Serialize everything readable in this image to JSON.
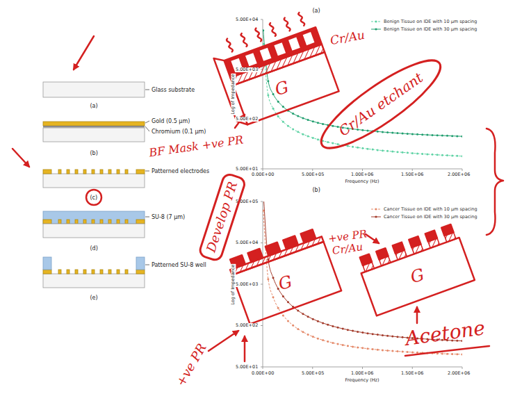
{
  "diagram": {
    "nodes": [
      {
        "text": [
          "Cr/Au etchant"
        ]
      },
      {
        "text": [
          "Develop PR"
        ]
      }
    ],
    "labels": [
      "Glass substrate",
      "(a)",
      "Gold (0.5 µm)",
      "Chromium (0.1 µm)",
      "(b)",
      "Patterned electrodes",
      "(c)",
      "SU-8 (7 µm)",
      "(d)",
      "Patterned SU-8 well",
      "(e)",
      "(a)",
      "5.00E+04",
      "5.00E+03",
      "5.00E+02",
      "5.00E+01",
      "Log of Impedance",
      "0.00E+00",
      "5.00E+05",
      "1.00E+06",
      "1.50E+06",
      "2.00E+06",
      "Frequency (Hz)",
      "(b)",
      "5.00E+05",
      "5.00E+04",
      "5.00E+03",
      "5.00E+02",
      "5.00E+01",
      "Log of Impedance",
      "0.00E+00",
      "5.00E+05",
      "1.00E+06",
      "1.50E+06",
      "2.00E+06",
      "Frequency (Hz)",
      "Cr/Au",
      "BF Mask +ve PR",
      "G",
      "+ve PR",
      "G",
      "+ve PR",
      "Cr/Au",
      "G",
      "Acetone"
    ],
    "legend": [
      {
        "text": "Benign Tissue on IDE with 10 µm spacing"
      },
      {
        "text": "Benign Tissue on IDE with 30 µm spacing"
      },
      {
        "text": "Cancer Tissue on IDE with 10 µm spacing"
      },
      {
        "text": "Cancer Tissue on IDE with 30 µm spacing"
      }
    ]
  }
}
